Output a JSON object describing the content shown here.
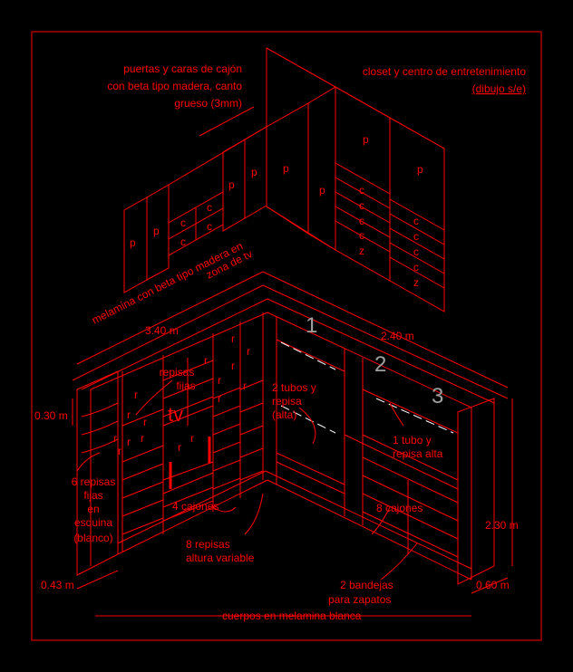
{
  "colors": {
    "line": "#ff0000",
    "text": "#ff0000",
    "gray": "#a0a0a0",
    "white": "#ffffff",
    "background": "#000000"
  },
  "notes": {
    "doors_l1": "puertas y caras de cajón",
    "doors_l2": "con beta tipo madera, canto",
    "doors_l3": "grueso (3mm)",
    "title_l1": "closet y centro de entretenimiento",
    "title_l2": "(dibujo s/e)",
    "tv_zone_l1": "melamina con beta tipo madera en",
    "tv_zone_l2": "zona de tv",
    "fixed_shelves_l1": "repisas",
    "fixed_shelves_l2": "fijas",
    "tv": "tv",
    "tubes_l1": "2 tubos y",
    "tubes_l2": "repisa",
    "tubes_l3": "(alta)",
    "tube_one_l1": "1 tubo y",
    "tube_one_l2": "repisa alta",
    "corner_l1": "6 repisas",
    "corner_l2": "fijas",
    "corner_l3": "en",
    "corner_l4": "esquina",
    "corner_l5": "(blanco)",
    "drawers_left": "4 cajones",
    "drawers_right": "8 cajones",
    "var_l1": "8 repisas",
    "var_l2": "altura variable",
    "trays_l1": "2 bandejas",
    "trays_l2": "para zapatos",
    "bodies": "cuerpos en melamina blanca"
  },
  "dimensions": {
    "width_left": "3.40 m",
    "width_right": "2.40 m",
    "depth_top": "0.30 m",
    "depth_bottom": "0.43 m",
    "height": "2.30 m",
    "depth_right": "0.60 m"
  },
  "section_numbers": [
    "1",
    "2",
    "3"
  ],
  "elevation_marks": {
    "p": "p",
    "c": "c",
    "z": "z"
  },
  "shelf_mark": "r"
}
